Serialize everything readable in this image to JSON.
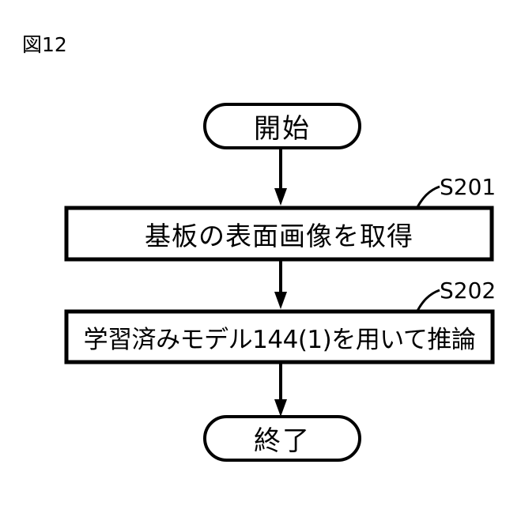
{
  "figure": {
    "label": "図12",
    "type": "flowchart",
    "stroke_color": "#000000",
    "fill_color": "#ffffff",
    "background": "#ffffff"
  },
  "flow": {
    "nodes": [
      {
        "id": "start",
        "shape": "terminator",
        "label": "開始",
        "step": null
      },
      {
        "id": "process-1",
        "shape": "process",
        "label": "基板の表面画像を取得",
        "step": "S201"
      },
      {
        "id": "process-2",
        "shape": "process",
        "label": "学習済みモデル144(1)を用いて推論",
        "step": "S202"
      },
      {
        "id": "end",
        "shape": "terminator",
        "label": "終了",
        "step": null
      }
    ],
    "connectors": [
      {
        "from": "start",
        "to": "process-1",
        "arrow": "down"
      },
      {
        "from": "process-1",
        "to": "process-2",
        "arrow": "down"
      },
      {
        "from": "process-2",
        "to": "end",
        "arrow": "down"
      }
    ],
    "step_labels": [
      {
        "id": "s201",
        "text": "S201",
        "points_to": "process-1"
      },
      {
        "id": "s202",
        "text": "S202",
        "points_to": "process-2"
      }
    ]
  }
}
